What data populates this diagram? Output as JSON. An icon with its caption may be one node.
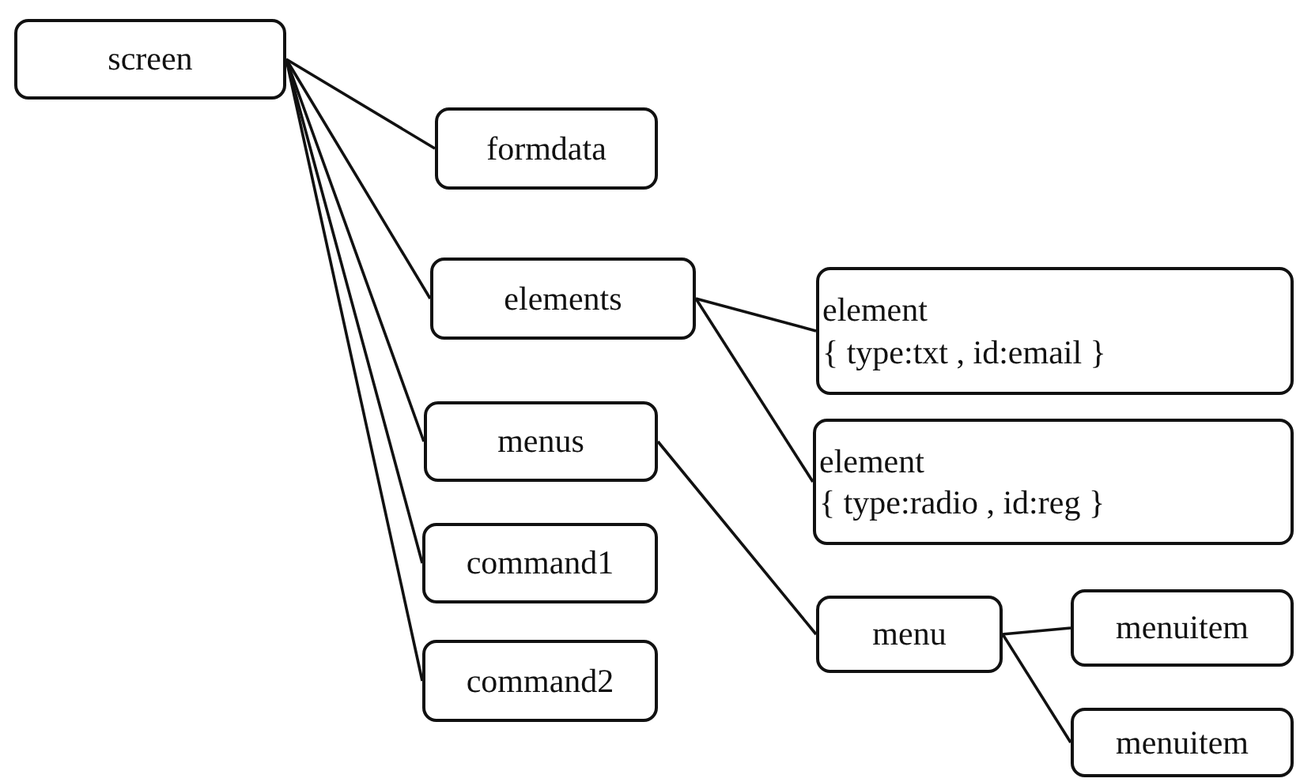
{
  "diagram": {
    "nodes": [
      {
        "text": [
          "screen"
        ]
      },
      {
        "text": [
          "formdata"
        ]
      },
      {
        "text": [
          "elements"
        ]
      },
      {
        "text": [
          "menus"
        ]
      },
      {
        "text": [
          "command1"
        ]
      },
      {
        "text": [
          "command2"
        ]
      },
      {
        "text": [
          "element",
          "{ type:txt , id:email }"
        ]
      },
      {
        "text": [
          "element",
          "{ type:radio , id:reg }"
        ]
      },
      {
        "text": [
          "menu"
        ]
      },
      {
        "text": [
          "menuitem"
        ]
      },
      {
        "text": [
          "menuitem"
        ]
      }
    ],
    "edges": [
      {
        "from": 0,
        "to": 1,
        "arrow": "none"
      },
      {
        "from": 0,
        "to": 2,
        "arrow": "none"
      },
      {
        "from": 0,
        "to": 3,
        "arrow": "none"
      },
      {
        "from": 0,
        "to": 4,
        "arrow": "none"
      },
      {
        "from": 0,
        "to": 5,
        "arrow": "none"
      },
      {
        "from": 2,
        "to": 6,
        "arrow": "none"
      },
      {
        "from": 2,
        "to": 7,
        "arrow": "none"
      },
      {
        "from": 3,
        "to": 8,
        "arrow": "none"
      },
      {
        "from": 8,
        "to": 9,
        "arrow": "none"
      },
      {
        "from": 8,
        "to": 10,
        "arrow": "none"
      }
    ]
  }
}
